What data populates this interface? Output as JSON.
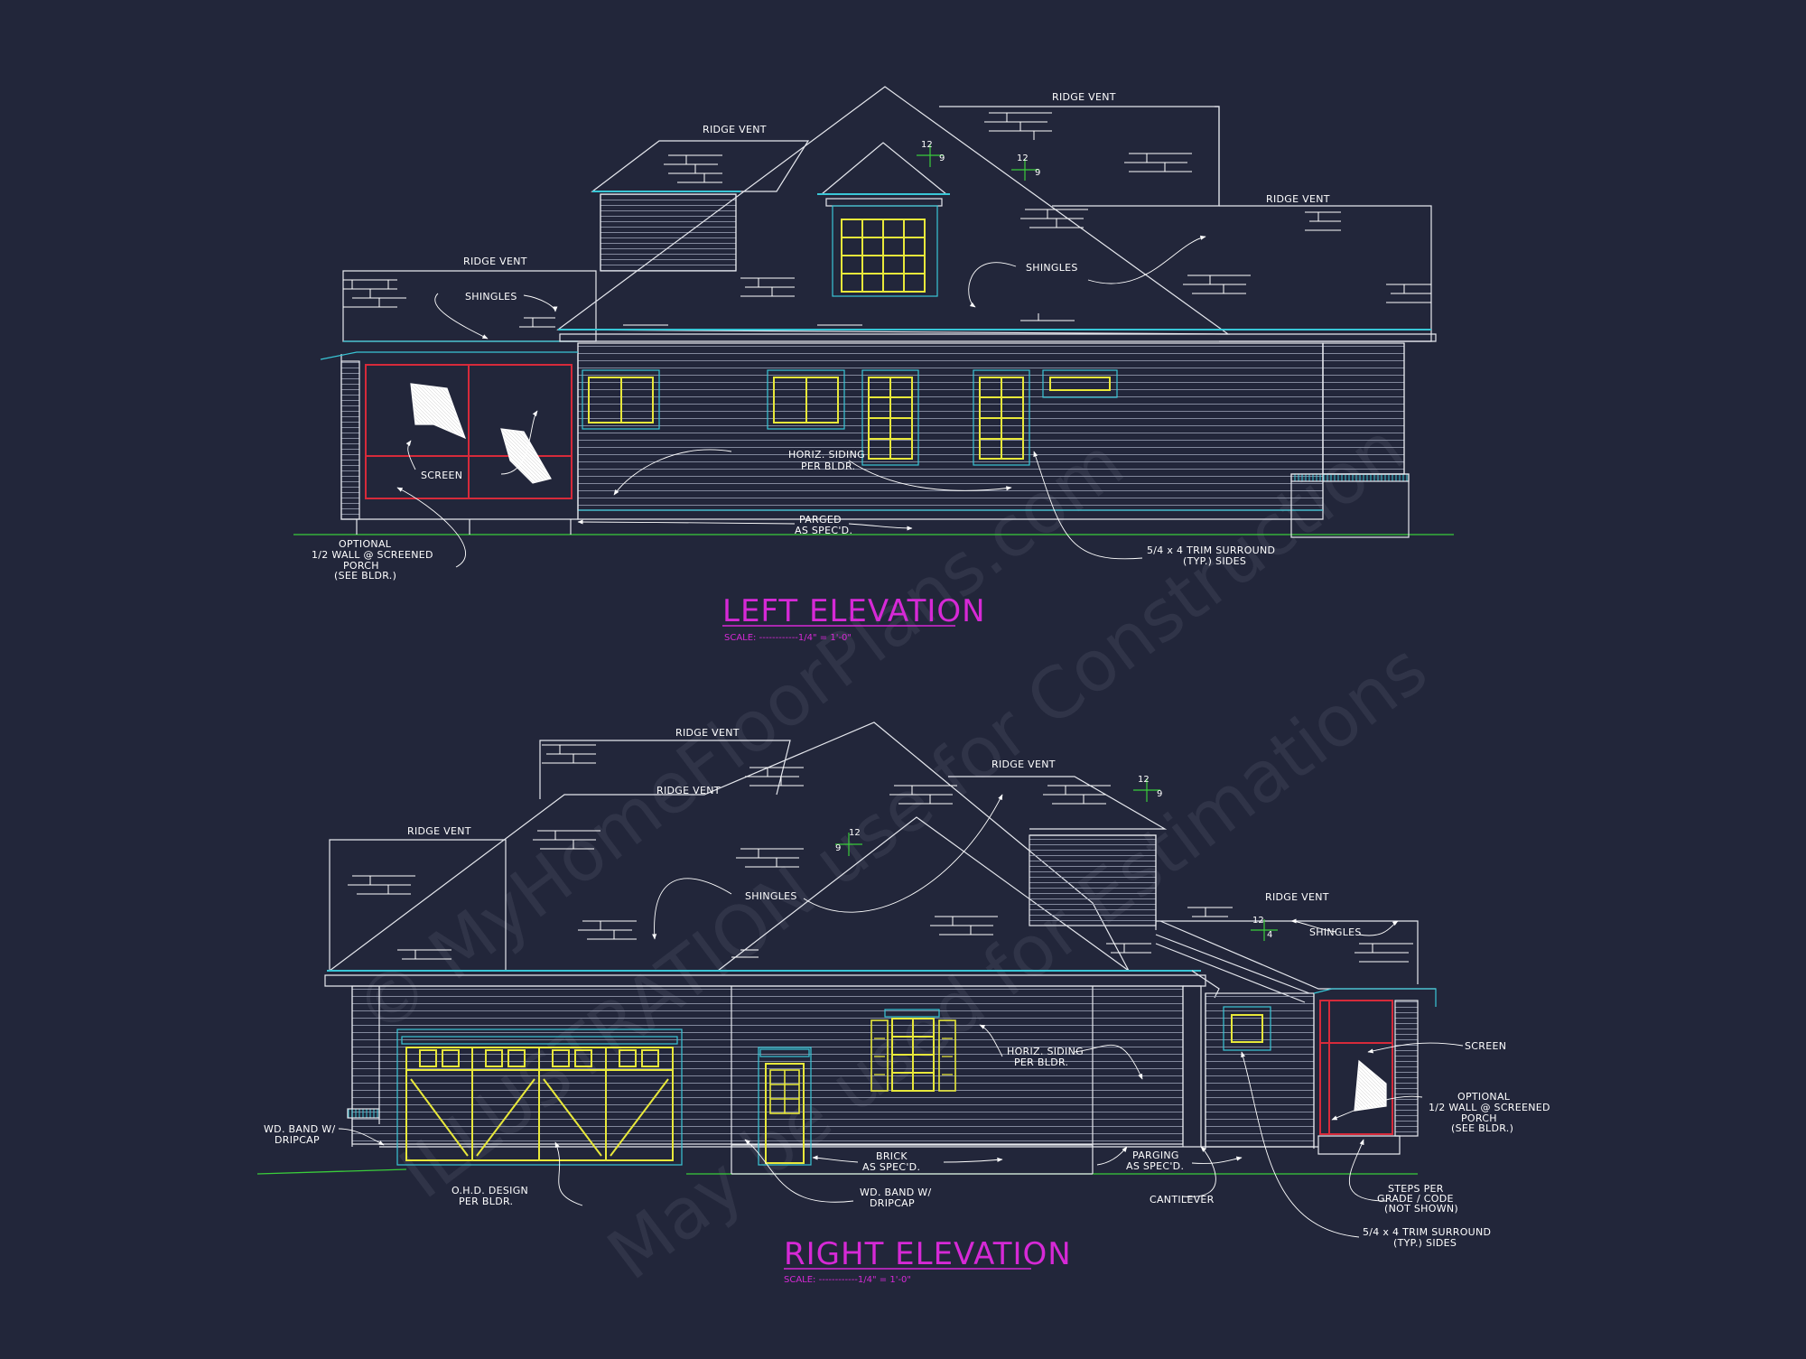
{
  "colors": {
    "background": "#22263a",
    "line_white": "#e6e8ee",
    "trim_cyan": "#39c6d6",
    "window_yellow": "#e8e83a",
    "screen_red": "#d62a3a",
    "grade_green": "#3acd3a",
    "title_magenta": "#d629d6"
  },
  "watermark": {
    "line1": "© MyHomeFloorPlans.com",
    "line2": "ILLUSTRATION use for Construction",
    "line3": "May be used for Estimations"
  },
  "left_elevation": {
    "title": "LEFT ELEVATION",
    "scale": "SCALE: ------------1/4\" = 1'-0\"",
    "notes": {
      "ridge_vent_1": "RIDGE VENT",
      "ridge_vent_2": "RIDGE VENT",
      "ridge_vent_3": "RIDGE VENT",
      "ridge_vent_4": "RIDGE VENT",
      "shingles_1": "SHINGLES",
      "shingles_2": "SHINGLES",
      "screen": "SCREEN",
      "siding_1": "HORIZ. SIDING",
      "siding_2": "PER BLDR.",
      "parged_1": "PARGED",
      "parged_2": "AS SPEC'D.",
      "porch_1": "OPTIONAL",
      "porch_2": "1/2 WALL @ SCREENED",
      "porch_3": "PORCH",
      "porch_4": "(SEE BLDR.)",
      "trim_1": "5/4 x 4 TRIM SURROUND",
      "trim_2": "(TYP.) SIDES",
      "pitch_a_rise": "12",
      "pitch_a_run": "9",
      "pitch_b_rise": "12",
      "pitch_b_run": "9"
    }
  },
  "right_elevation": {
    "title": "RIGHT ELEVATION",
    "scale": "SCALE: ------------1/4\" = 1'-0\"",
    "notes": {
      "ridge_vent_1": "RIDGE VENT",
      "ridge_vent_2": "RIDGE VENT",
      "ridge_vent_3": "RIDGE VENT",
      "ridge_vent_4": "RIDGE VENT",
      "ridge_vent_5": "RIDGE VENT",
      "shingles_1": "SHINGLES",
      "shingles_2": "SHINGLES",
      "siding_1": "HORIZ. SIDING",
      "siding_2": "PER BLDR.",
      "band_1": "WD. BAND W/",
      "band_2": "DRIPCAP",
      "ohd_1": "O.H.D. DESIGN",
      "ohd_2": "PER BLDR.",
      "band2_1": "WD. BAND W/",
      "band2_2": "DRIPCAP",
      "brick_1": "BRICK",
      "brick_2": "AS SPEC'D.",
      "parging_1": "PARGING",
      "parging_2": "AS SPEC'D.",
      "cantilever": "CANTILEVER",
      "screen": "SCREEN",
      "porch_1": "OPTIONAL",
      "porch_2": "1/2 WALL @ SCREENED",
      "porch_3": "PORCH",
      "porch_4": "(SEE BLDR.)",
      "steps_1": "STEPS PER",
      "steps_2": "GRADE / CODE",
      "steps_3": "(NOT SHOWN)",
      "trim_1": "5/4 x 4 TRIM SURROUND",
      "trim_2": "(TYP.) SIDES",
      "pitch_a_rise": "12",
      "pitch_a_run": "9",
      "pitch_b_rise": "12",
      "pitch_b_run": "9",
      "pitch_c_rise": "12",
      "pitch_c_run": "4"
    }
  }
}
